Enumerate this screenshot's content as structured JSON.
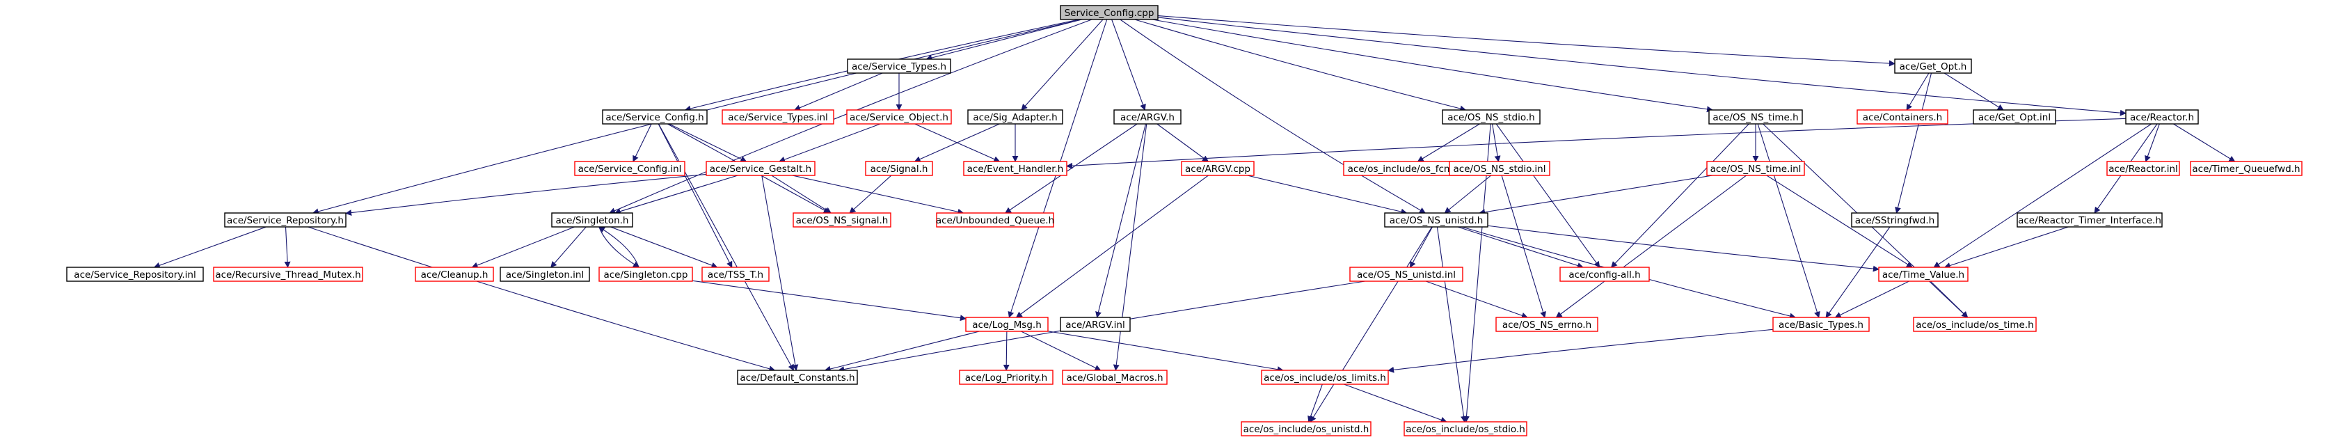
{
  "diagram": {
    "colors": {
      "root_fill": "#bfbfbf",
      "root_border": "#000000",
      "documented_border": "#000000",
      "undocumented_border": "#ff0000",
      "node_fill": "#ffffff",
      "edge": "#191970"
    },
    "nodes": {
      "service_config_cpp": {
        "label": "Service_Config.cpp",
        "style": "root"
      },
      "service_types_h": {
        "label": "ace/Service_Types.h",
        "style": "documented"
      },
      "get_opt_h": {
        "label": "ace/Get_Opt.h",
        "style": "documented"
      },
      "service_config_h": {
        "label": "ace/Service_Config.h",
        "style": "documented"
      },
      "service_types_inl": {
        "label": "ace/Service_Types.inl",
        "style": "undocumented"
      },
      "service_object_h": {
        "label": "ace/Service_Object.h",
        "style": "undocumented"
      },
      "sig_adapter_h": {
        "label": "ace/Sig_Adapter.h",
        "style": "documented"
      },
      "argv_h": {
        "label": "ace/ARGV.h",
        "style": "documented"
      },
      "os_ns_stdio_h": {
        "label": "ace/OS_NS_stdio.h",
        "style": "documented"
      },
      "os_ns_time_h": {
        "label": "ace/OS_NS_time.h",
        "style": "documented"
      },
      "containers_h": {
        "label": "ace/Containers.h",
        "style": "undocumented"
      },
      "get_opt_inl": {
        "label": "ace/Get_Opt.inl",
        "style": "documented"
      },
      "reactor_h": {
        "label": "ace/Reactor.h",
        "style": "documented"
      },
      "service_config_inl": {
        "label": "ace/Service_Config.inl",
        "style": "undocumented"
      },
      "service_gestalt_h": {
        "label": "ace/Service_Gestalt.h",
        "style": "undocumented"
      },
      "signal_h": {
        "label": "ace/Signal.h",
        "style": "undocumented"
      },
      "event_handler_h": {
        "label": "ace/Event_Handler.h",
        "style": "undocumented"
      },
      "argv_cpp": {
        "label": "ace/ARGV.cpp",
        "style": "undocumented"
      },
      "os_fcntl_h": {
        "label": "ace/os_include/os_fcntl.h",
        "style": "undocumented"
      },
      "os_ns_stdio_inl": {
        "label": "ace/OS_NS_stdio.inl",
        "style": "undocumented"
      },
      "os_ns_time_inl": {
        "label": "ace/OS_NS_time.inl",
        "style": "undocumented"
      },
      "reactor_inl": {
        "label": "ace/Reactor.inl",
        "style": "undocumented"
      },
      "timer_queuefwd_h": {
        "label": "ace/Timer_Queuefwd.h",
        "style": "undocumented"
      },
      "service_repository_h": {
        "label": "ace/Service_Repository.h",
        "style": "documented"
      },
      "singleton_h": {
        "label": "ace/Singleton.h",
        "style": "documented"
      },
      "os_ns_signal_h": {
        "label": "ace/OS_NS_signal.h",
        "style": "undocumented"
      },
      "unbounded_queue_h": {
        "label": "ace/Unbounded_Queue.h",
        "style": "undocumented"
      },
      "os_ns_unistd_h": {
        "label": "ace/OS_NS_unistd.h",
        "style": "documented"
      },
      "sstringfwd_h": {
        "label": "ace/SStringfwd.h",
        "style": "documented"
      },
      "reactor_timer_interface_h": {
        "label": "ace/Reactor_Timer_Interface.h",
        "style": "documented"
      },
      "service_repository_inl": {
        "label": "ace/Service_Repository.inl",
        "style": "documented"
      },
      "recursive_thread_mutex_h": {
        "label": "ace/Recursive_Thread_Mutex.h",
        "style": "undocumented"
      },
      "cleanup_h": {
        "label": "ace/Cleanup.h",
        "style": "undocumented"
      },
      "singleton_inl": {
        "label": "ace/Singleton.inl",
        "style": "documented"
      },
      "singleton_cpp": {
        "label": "ace/Singleton.cpp",
        "style": "undocumented"
      },
      "tss_t_h": {
        "label": "ace/TSS_T.h",
        "style": "undocumented"
      },
      "os_ns_unistd_inl": {
        "label": "ace/OS_NS_unistd.inl",
        "style": "undocumented"
      },
      "config_all_h": {
        "label": "ace/config-all.h",
        "style": "undocumented"
      },
      "time_value_h": {
        "label": "ace/Time_Value.h",
        "style": "undocumented"
      },
      "log_msg_h": {
        "label": "ace/Log_Msg.h",
        "style": "undocumented"
      },
      "argv_inl": {
        "label": "ace/ARGV.inl",
        "style": "documented"
      },
      "os_ns_errno_h": {
        "label": "ace/OS_NS_errno.h",
        "style": "undocumented"
      },
      "basic_types_h": {
        "label": "ace/Basic_Types.h",
        "style": "undocumented"
      },
      "os_time_h": {
        "label": "ace/os_include/os_time.h",
        "style": "undocumented"
      },
      "default_constants_h": {
        "label": "ace/Default_Constants.h",
        "style": "documented"
      },
      "log_priority_h": {
        "label": "ace/Log_Priority.h",
        "style": "undocumented"
      },
      "global_macros_h": {
        "label": "ace/Global_Macros.h",
        "style": "undocumented"
      },
      "os_limits_h": {
        "label": "ace/os_include/os_limits.h",
        "style": "undocumented"
      },
      "os_unistd_h": {
        "label": "ace/os_include/os_unistd.h",
        "style": "undocumented"
      },
      "os_stdio_h": {
        "label": "ace/os_include/os_stdio.h",
        "style": "undocumented"
      }
    }
  }
}
